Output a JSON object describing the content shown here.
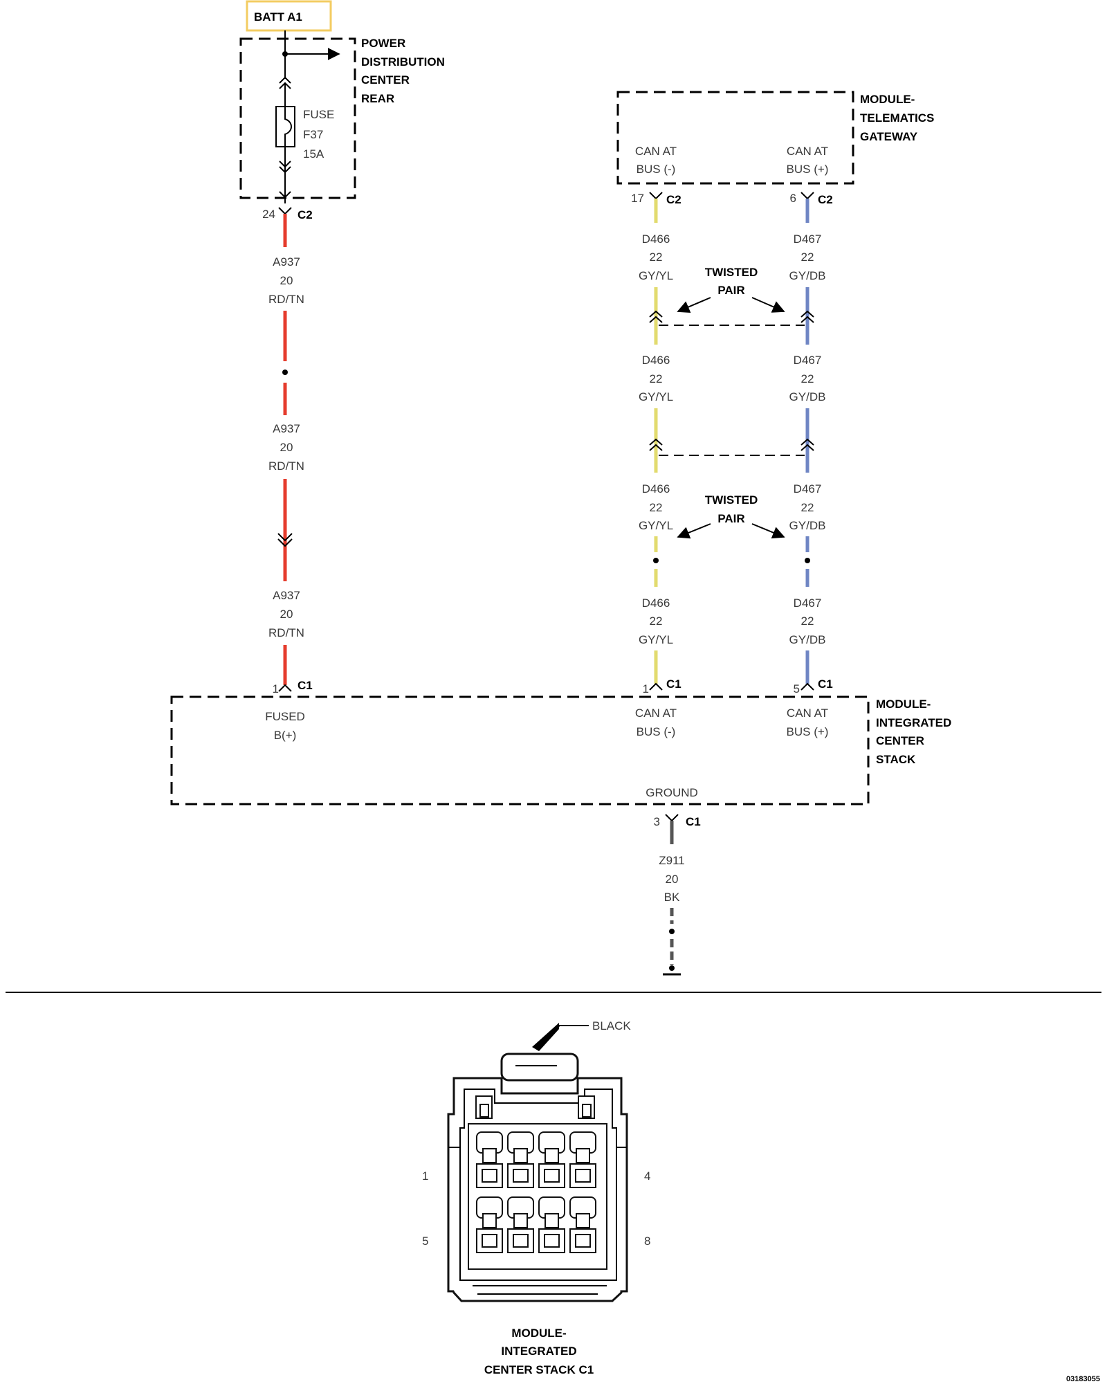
{
  "colors": {
    "red_wire": "#e53b2c",
    "yellow_wire": "#e2db6e",
    "blue_wire": "#6f86c4",
    "ground_wire": "#555555",
    "batt_box_border": "#f3cc62"
  },
  "top_feed": {
    "label": "BATT A1"
  },
  "pdc": {
    "lines": [
      "POWER",
      "DISTRIBUTION",
      "CENTER",
      "REAR"
    ],
    "fuse": {
      "lines": [
        "FUSE",
        "F37",
        "15A"
      ]
    },
    "out_pin": "24",
    "out_conn": "C2"
  },
  "telematics": {
    "lines": [
      "MODULE-",
      "TELEMATICS",
      "GATEWAY"
    ],
    "pin_neg": {
      "lines": [
        "CAN AT",
        "BUS (-)"
      ],
      "pin": "17",
      "conn": "C2"
    },
    "pin_pos": {
      "lines": [
        "CAN AT",
        "BUS (+)"
      ],
      "pin": "6",
      "conn": "C2"
    }
  },
  "wires": {
    "a937": {
      "circuit": "A937",
      "gauge": "20",
      "color": "RD/TN"
    },
    "d466": {
      "circuit": "D466",
      "gauge": "22",
      "color": "GY/YL"
    },
    "d467": {
      "circuit": "D467",
      "gauge": "22",
      "color": "GY/DB"
    },
    "z911": {
      "circuit": "Z911",
      "gauge": "20",
      "color": "BK"
    }
  },
  "twisted_pair_label": [
    "TWISTED",
    "PAIR"
  ],
  "ics": {
    "lines": [
      "MODULE-",
      "INTEGRATED",
      "CENTER",
      "STACK"
    ],
    "fused": {
      "lines": [
        "FUSED",
        "B(+)"
      ],
      "pin": "1",
      "conn": "C1"
    },
    "can_neg": {
      "lines": [
        "CAN AT",
        "BUS (-)"
      ],
      "pin": "1",
      "conn": "C1"
    },
    "can_pos": {
      "lines": [
        "CAN AT",
        "BUS (+)"
      ],
      "pin": "5",
      "conn": "C1"
    },
    "ground": {
      "label": "GROUND",
      "pin": "3",
      "conn": "C1"
    }
  },
  "connector_view": {
    "color_label": "BLACK",
    "pin_labels": [
      "1",
      "4",
      "5",
      "8"
    ],
    "title": [
      "MODULE-",
      "INTEGRATED",
      "CENTER STACK C1"
    ]
  },
  "figure_number": "03183055"
}
